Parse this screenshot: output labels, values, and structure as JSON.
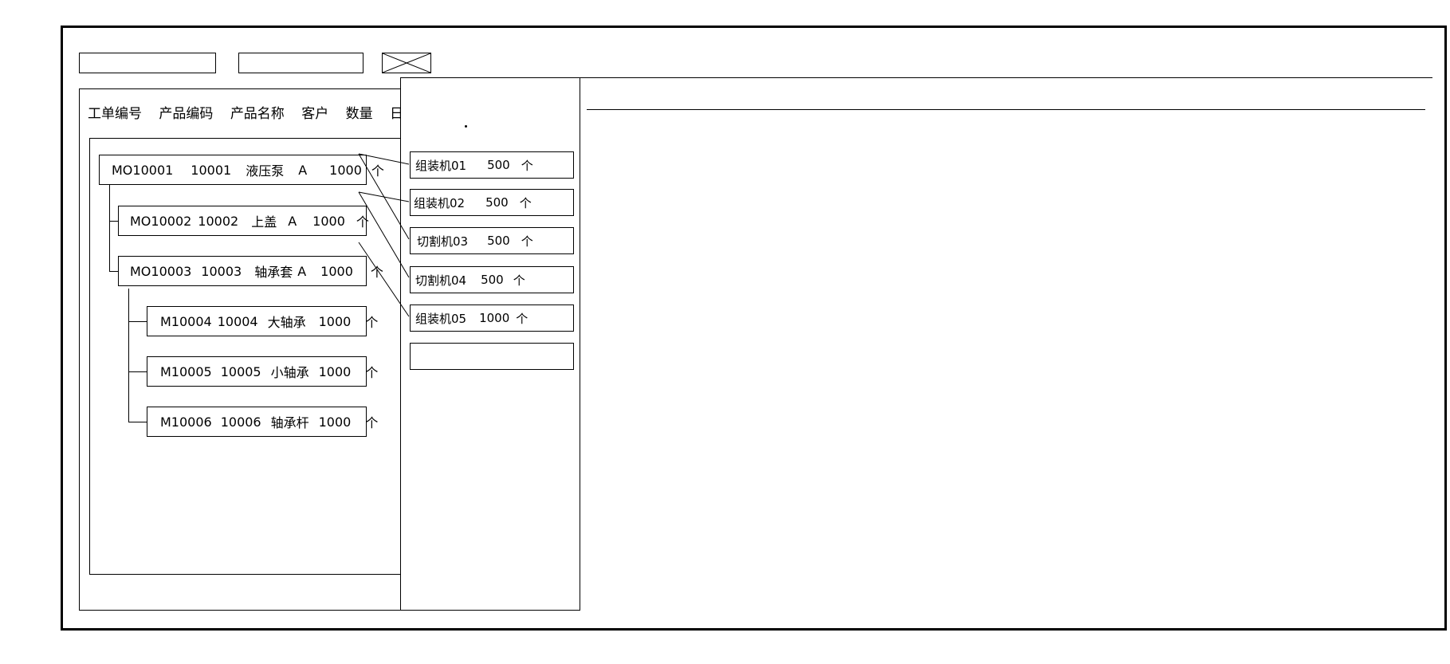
{
  "window": {
    "title": ""
  },
  "toolbar": {
    "field_1_value": "",
    "field_2_value": "",
    "image_placeholder_name": "image-placeholder-icon"
  },
  "left_panel": {
    "column_headers": [
      "工单编号",
      "产品编码",
      "产品名称",
      "客户",
      "数量",
      "日期"
    ],
    "tree_rows": [
      {
        "level": 0,
        "work_order": "MO10001",
        "product_code": "10001",
        "product_name": "液压泵",
        "customer": "A",
        "quantity": "1000",
        "unit": "个"
      },
      {
        "level": 1,
        "work_order": "MO10002",
        "product_code": "10002",
        "product_name": "上盖",
        "customer": "A",
        "quantity": "1000",
        "unit": "个"
      },
      {
        "level": 1,
        "work_order": "MO10003",
        "product_code": "10003",
        "product_name": "轴承套",
        "customer": "A",
        "quantity": "1000",
        "unit": "个"
      },
      {
        "level": 2,
        "work_order": "M10004",
        "product_code": "10004",
        "product_name": "大轴承",
        "customer": "",
        "quantity": "1000",
        "unit": "个"
      },
      {
        "level": 2,
        "work_order": "M10005",
        "product_code": "10005",
        "product_name": "小轴承",
        "customer": "",
        "quantity": "1000",
        "unit": "个"
      },
      {
        "level": 2,
        "work_order": "M10006",
        "product_code": "10006",
        "product_name": "轴承杆",
        "customer": "",
        "quantity": "1000",
        "unit": "个"
      }
    ]
  },
  "middle_panel": {
    "machine_rows": [
      {
        "name": "组装机01",
        "quantity": "500",
        "unit": "个"
      },
      {
        "name": "组装机02",
        "quantity": "500",
        "unit": "个"
      },
      {
        "name": "切割机03",
        "quantity": "500",
        "unit": "个"
      },
      {
        "name": "切割机04",
        "quantity": "500",
        "unit": "个"
      },
      {
        "name": "组装机05",
        "quantity": "1000",
        "unit": "个"
      }
    ],
    "empty_row_value": ""
  },
  "right_panel": {
    "content": ""
  },
  "colors": {
    "line": "#000000",
    "background": "#ffffff",
    "frame": "#000000"
  }
}
